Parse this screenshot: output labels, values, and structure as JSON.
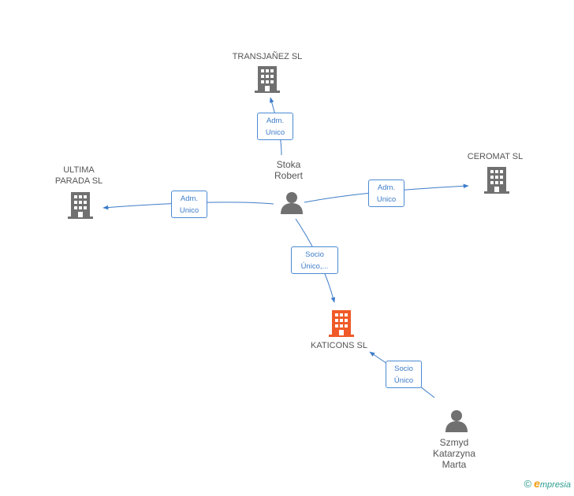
{
  "colors": {
    "edge": "#3d7cc9",
    "company": "#707070",
    "company_focus": "#f05a28",
    "person": "#707070"
  },
  "nodes": {
    "transjanez": {
      "label": "TRANSJAÑEZ SL",
      "icon": "building-icon"
    },
    "ultima": {
      "label_line1": "ULTIMA",
      "label_line2": "PARADA SL",
      "icon": "building-icon"
    },
    "ceromat": {
      "label": "CEROMAT SL",
      "icon": "building-icon"
    },
    "katicons": {
      "label": "KATICONS SL",
      "icon": "building-icon"
    },
    "stoka": {
      "label_line1": "Stoka",
      "label_line2": "Robert",
      "icon": "person-icon"
    },
    "szmyd": {
      "label_line1": "Szmyd",
      "label_line2": "Katarzyna",
      "label_line3": "Marta",
      "icon": "person-icon"
    }
  },
  "edges": {
    "stoka_transjanez": {
      "line1": "Adm.",
      "line2": "Unico"
    },
    "stoka_ultima": {
      "line1": "Adm.",
      "line2": "Unico"
    },
    "stoka_ceromat": {
      "line1": "Adm.",
      "line2": "Unico"
    },
    "stoka_katicons": {
      "line1": "Socio",
      "line2": "Único,..."
    },
    "szmyd_katicons": {
      "line1": "Socio",
      "line2": "Único"
    }
  },
  "brand": {
    "copyright": "©",
    "first_letter": "e",
    "name_rest": "mpresia"
  }
}
